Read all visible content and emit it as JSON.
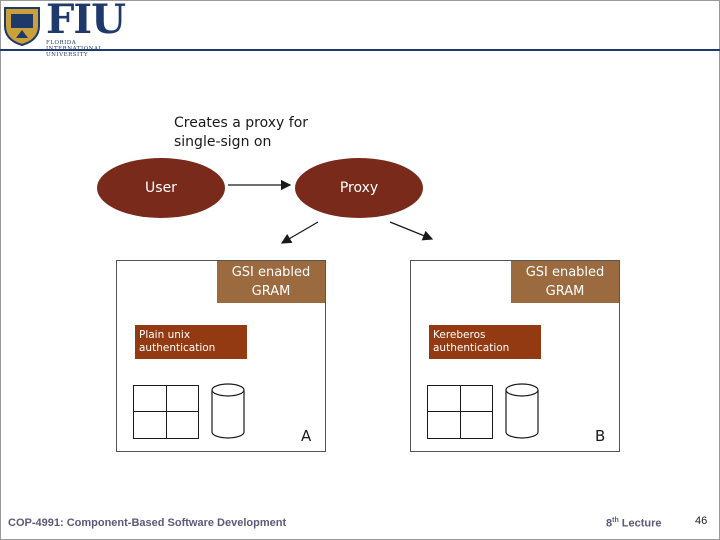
{
  "logo": {
    "wordmark": "FIU",
    "subtitle": "FLORIDA INTERNATIONAL UNIVERSITY"
  },
  "diagram": {
    "caption_line1": "Creates a proxy for",
    "caption_line2": "single-sign on",
    "user_label": "User",
    "proxy_label": "Proxy",
    "host_a": {
      "gram_line1": "GSI enabled",
      "gram_line2": "GRAM",
      "auth_line1": "Plain unix",
      "auth_line2": "authentication",
      "label": "A"
    },
    "host_b": {
      "gram_line1": "GSI enabled",
      "gram_line2": "GRAM",
      "auth_line1": "Kereberos",
      "auth_line2": "authentication",
      "label": "B"
    }
  },
  "footer": {
    "course": "COP-4991: Component-Based Software Development",
    "lecture_num": "8",
    "lecture_sup": "th",
    "lecture_word": " Lecture",
    "slide_number": "46"
  }
}
